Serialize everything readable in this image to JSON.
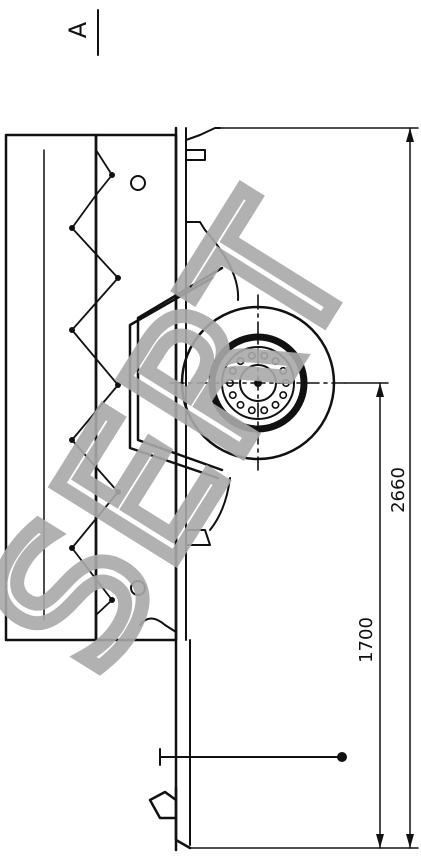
{
  "view_label": "A",
  "watermark": "SERT",
  "dimensions": {
    "overall_length": "2660",
    "axle_position": "1700"
  },
  "colors": {
    "ink": "#111111",
    "watermark": "#a9a9a9",
    "background": "#ffffff"
  }
}
